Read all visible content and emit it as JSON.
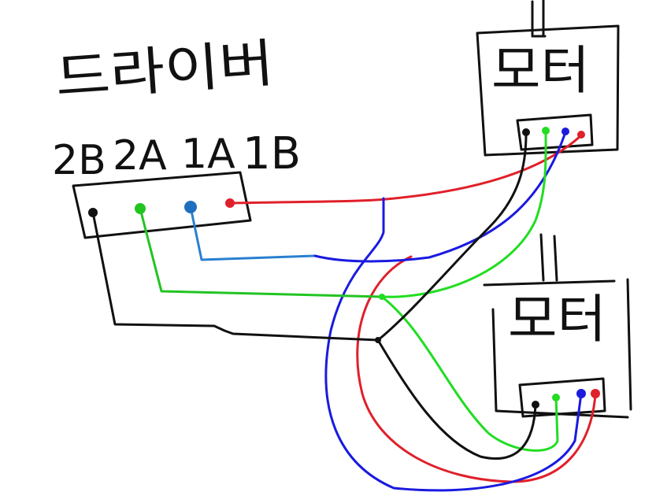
{
  "driver": {
    "title": "드라이버",
    "terminal_labels": [
      "2B",
      "2A",
      "1A",
      "1B"
    ],
    "terminals": [
      {
        "name": "2B",
        "color": "#111111"
      },
      {
        "name": "2A",
        "color": "#22c422"
      },
      {
        "name": "1A",
        "color": "#1f6fc0"
      },
      {
        "name": "1B",
        "color": "#e0202a"
      }
    ]
  },
  "motors": [
    {
      "label": "모터",
      "pins": [
        "#111111",
        "#22dd22",
        "#1a1ae0",
        "#e0202a"
      ]
    },
    {
      "label": "모터",
      "pins": [
        "#111111",
        "#22dd22",
        "#1a1ae0",
        "#e0202a"
      ]
    }
  ],
  "wire_colors": {
    "black": "#111111",
    "green": "#22dd22",
    "blue": "#1a1ae0",
    "light_blue": "#2a7fd0",
    "red": "#e0202a"
  }
}
